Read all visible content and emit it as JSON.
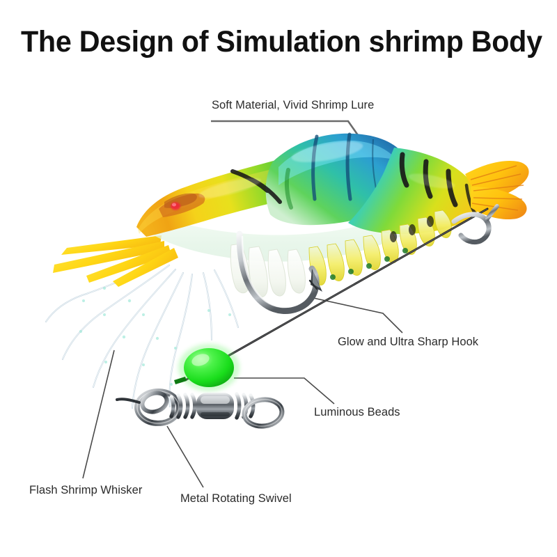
{
  "title": "The Design of Simulation shrimp Body",
  "background_color": "#ffffff",
  "title_color": "#111111",
  "label_color": "#2b2b2b",
  "leader_line_color": "#4a4a4a",
  "product": {
    "type": "soft simulation shrimp fishing lure",
    "accent_colors": {
      "bead_green": "#2EE02E",
      "body_cyan": "#3FC7D8",
      "body_green": "#34C23A",
      "body_blue": "#1E6FA8",
      "head_orange": "#F29A12",
      "tail_yellow": "#FFD11A",
      "eye_red": "#F2263C",
      "metal_silver": "#B9BDC2",
      "wire_steel": "#2b2b2b"
    }
  },
  "callouts": [
    {
      "id": "soft-material",
      "label": "Soft Material, Vivid Shrimp Lure"
    },
    {
      "id": "glow-hook",
      "label": "Glow and Ultra Sharp Hook"
    },
    {
      "id": "luminous-beads",
      "label": "Luminous Beads"
    },
    {
      "id": "flash-whisker",
      "label": "Flash Shrimp Whisker"
    },
    {
      "id": "metal-swivel",
      "label": "Metal Rotating Swivel"
    }
  ],
  "icons": {
    "shrimp": "shrimp-lure-icon",
    "bead": "luminous-bead-icon",
    "swivel": "metal-swivel-icon",
    "hook": "fish-hook-icon",
    "whiskers": "flash-whisker-icon"
  }
}
